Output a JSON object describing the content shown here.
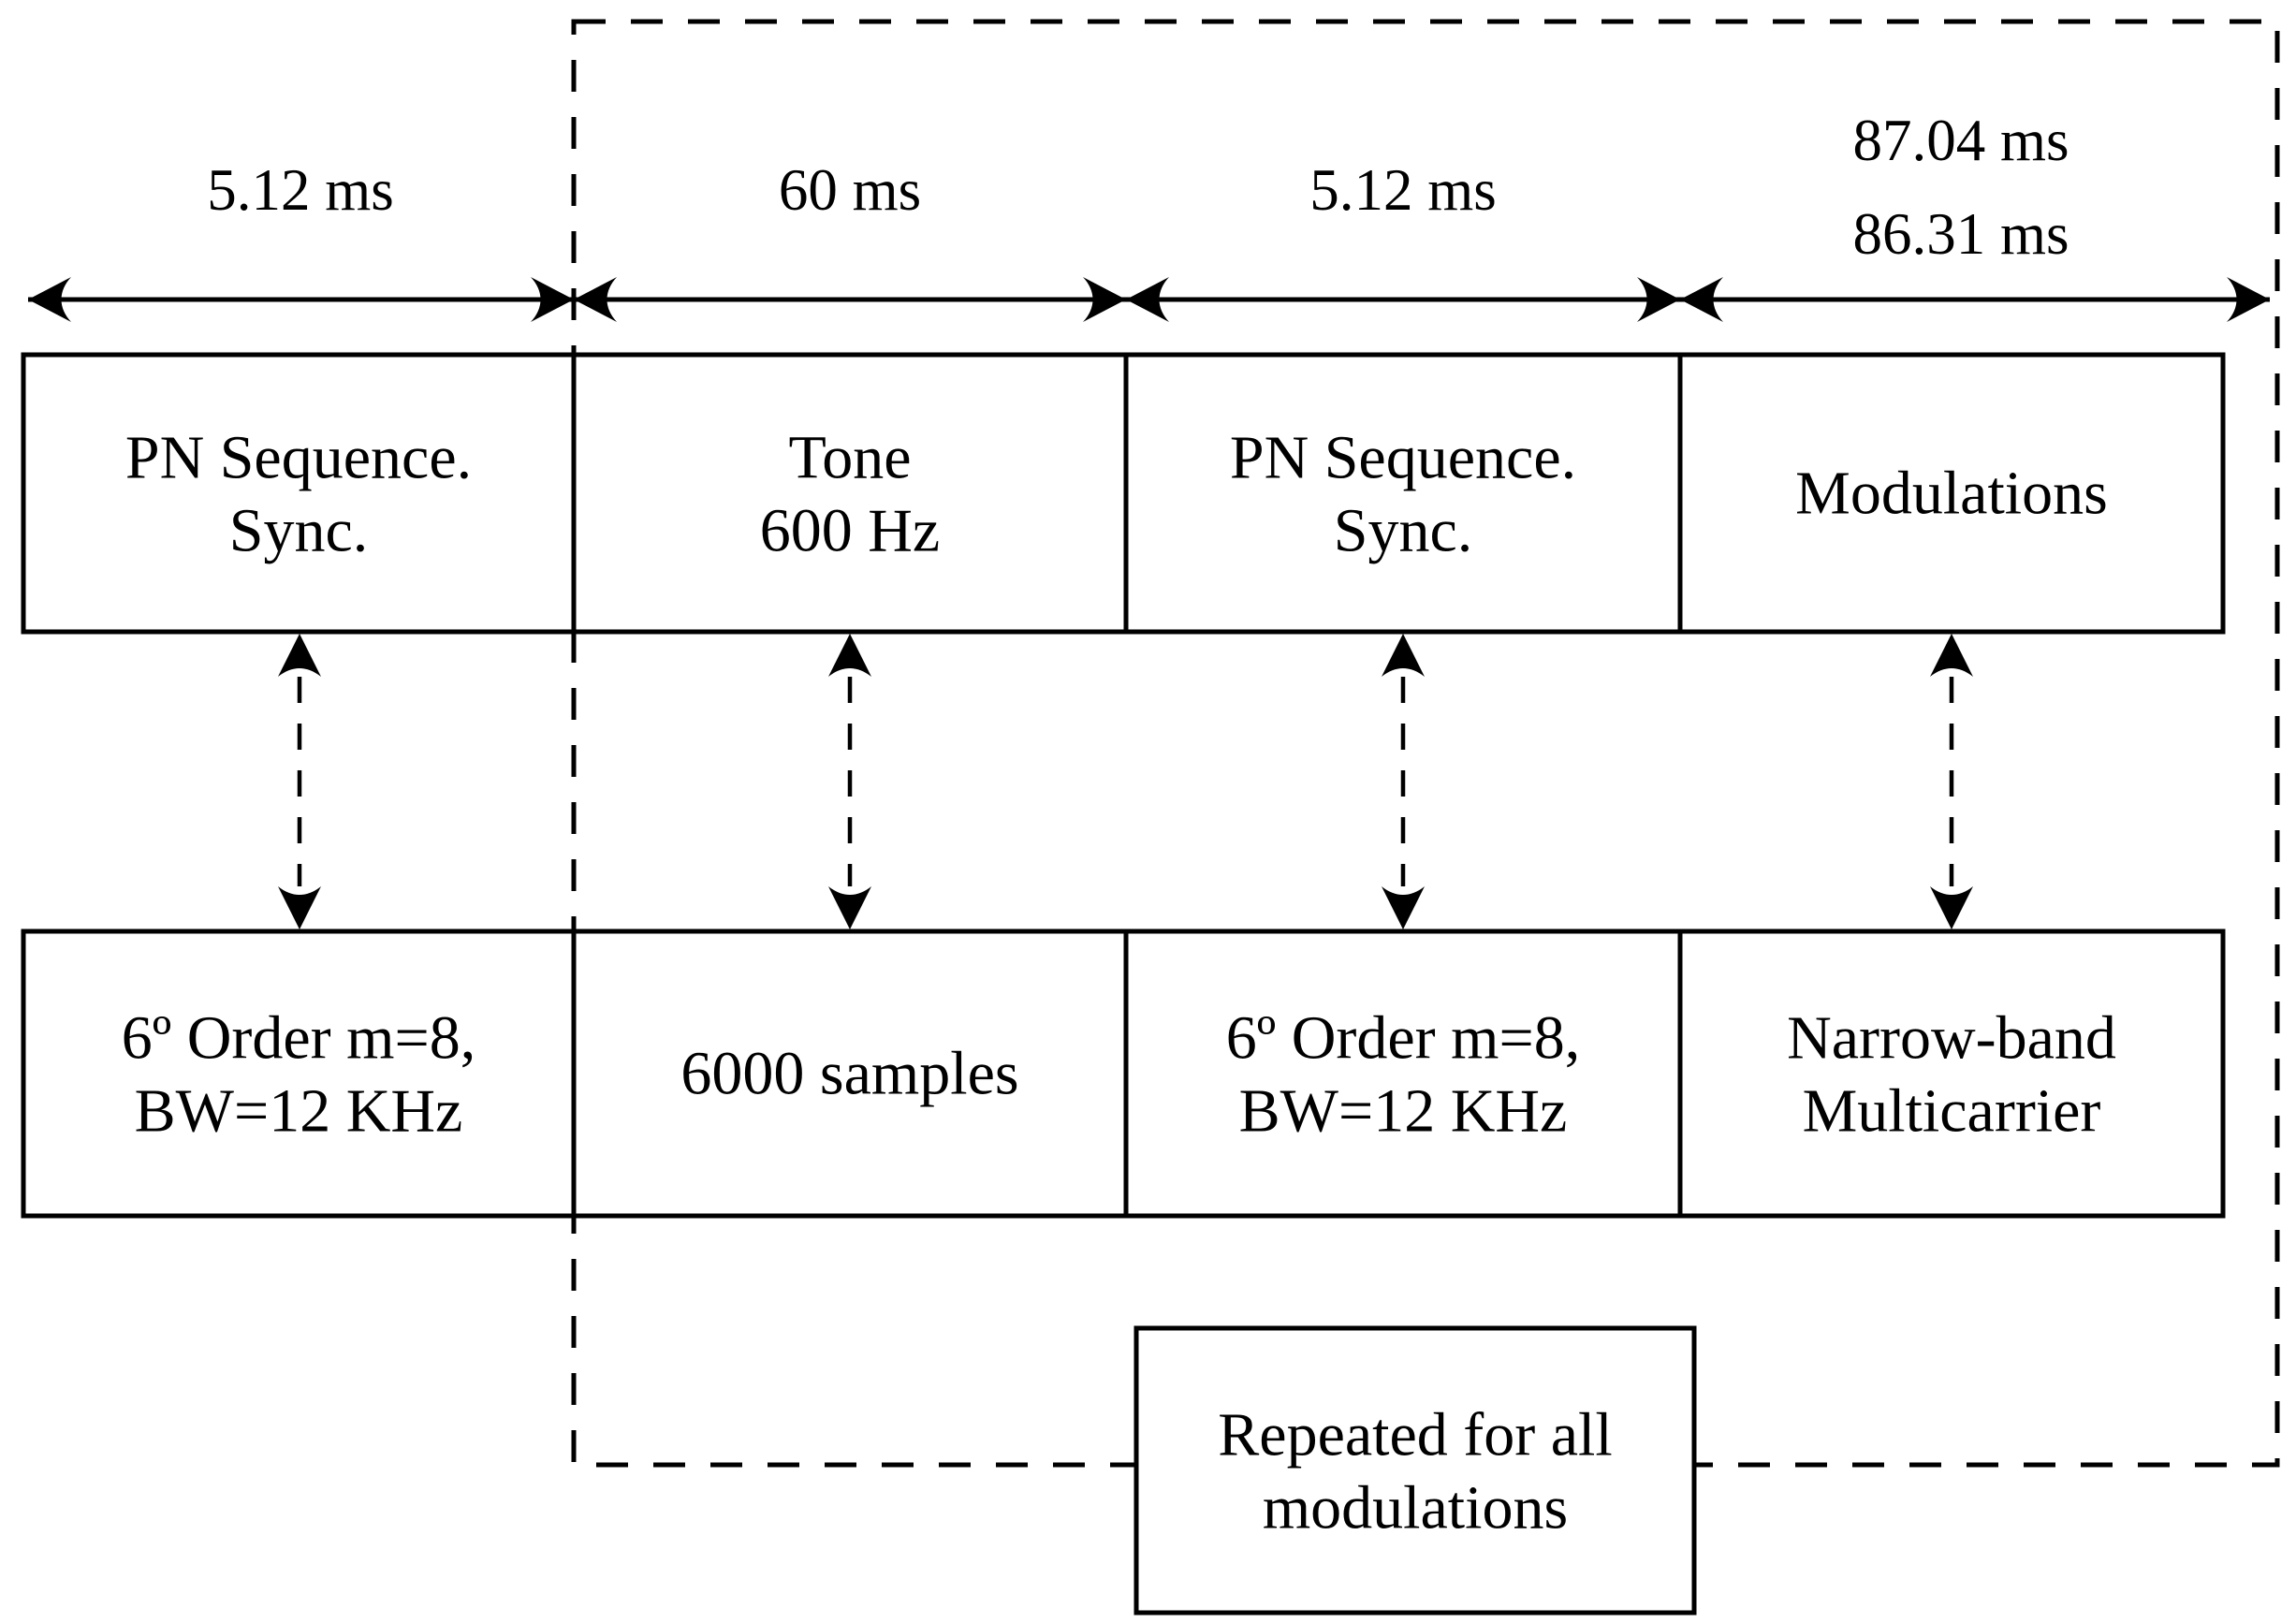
{
  "colors": {
    "ink": "#000000",
    "background": "#ffffff"
  },
  "timing": {
    "segment1": "5.12 ms",
    "segment2": "60 ms",
    "segment3": "5.12 ms",
    "segment4_line1": "87.04 ms",
    "segment4_line2": "86.31 ms"
  },
  "signal_row": {
    "pn_sync_1": {
      "line1": "PN Sequence.",
      "line2": "Sync."
    },
    "tone": {
      "line1": "Tone",
      "line2": "600 Hz"
    },
    "pn_sync_2": {
      "line1": "PN Sequence.",
      "line2": "Sync."
    },
    "modulations": {
      "line1": "Modulations"
    }
  },
  "detail_row": {
    "pn_detail_1": {
      "line1": "6º Order m=8,",
      "line2": "BW=12 KHz"
    },
    "tone_detail": {
      "line1": "6000 samples"
    },
    "pn_detail_2": {
      "line1": "6º Order m=8,",
      "line2": "BW=12 KHz"
    },
    "modulation_detail": {
      "line1": "Narrow-band",
      "line2": "Multicarrier"
    }
  },
  "note": {
    "line1": "Repeated for all",
    "line2": "modulations"
  }
}
